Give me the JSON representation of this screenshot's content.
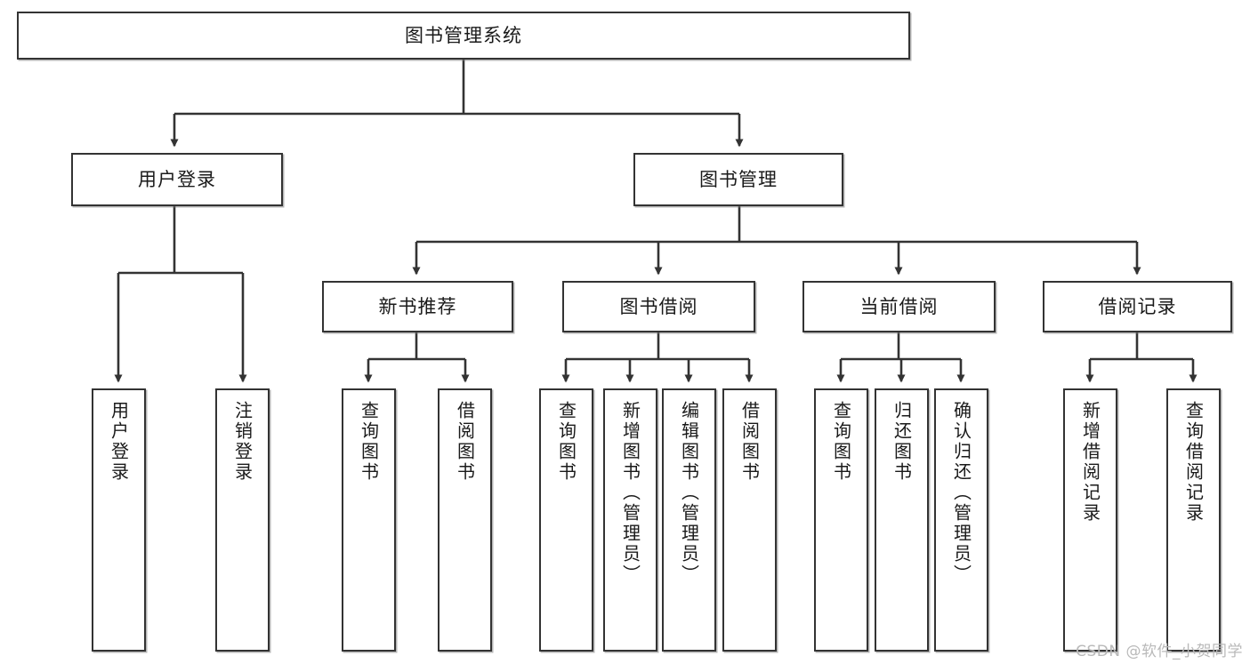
{
  "diagram": {
    "type": "tree-hierarchy",
    "title": "图书管理系统",
    "watermark": "CSDN @软件_小贺同学",
    "colors": {
      "box_border": "#333333",
      "box_fill": "#ffffff",
      "connector": "#333333",
      "text": "#1a1a1a",
      "watermark": "#b9b9b9"
    },
    "levels": [
      {
        "level": 1,
        "nodes": [
          {
            "id": "root",
            "label": "图书管理系统",
            "orientation": "horizontal"
          }
        ]
      },
      {
        "level": 2,
        "nodes": [
          {
            "id": "user-login",
            "label": "用户登录",
            "orientation": "horizontal",
            "parent": "root"
          },
          {
            "id": "book-manage",
            "label": "图书管理",
            "orientation": "horizontal",
            "parent": "root"
          }
        ]
      },
      {
        "level": 3,
        "nodes": [
          {
            "id": "new-book-rec",
            "label": "新书推荐",
            "orientation": "horizontal",
            "parent": "book-manage"
          },
          {
            "id": "book-borrow",
            "label": "图书借阅",
            "orientation": "horizontal",
            "parent": "book-manage"
          },
          {
            "id": "current-borrow",
            "label": "当前借阅",
            "orientation": "horizontal",
            "parent": "book-manage"
          },
          {
            "id": "borrow-record",
            "label": "借阅记录",
            "orientation": "horizontal",
            "parent": "book-manage"
          }
        ]
      },
      {
        "level": 4,
        "nodes": [
          {
            "id": "leaf-user-login",
            "label": "用户登录",
            "orientation": "vertical",
            "parent": "user-login"
          },
          {
            "id": "leaf-logout",
            "label": "注销登录",
            "orientation": "vertical",
            "parent": "user-login"
          },
          {
            "id": "leaf-query-book-1",
            "label": "查询图书",
            "orientation": "vertical",
            "parent": "new-book-rec"
          },
          {
            "id": "leaf-borrow-book-1",
            "label": "借阅图书",
            "orientation": "vertical",
            "parent": "new-book-rec"
          },
          {
            "id": "leaf-query-book-2",
            "label": "查询图书",
            "orientation": "vertical",
            "parent": "book-borrow"
          },
          {
            "id": "leaf-add-book",
            "label": "新增图书（管理员）",
            "orientation": "vertical",
            "parent": "book-borrow"
          },
          {
            "id": "leaf-edit-book",
            "label": "编辑图书（管理员）",
            "orientation": "vertical",
            "parent": "book-borrow"
          },
          {
            "id": "leaf-borrow-book-2",
            "label": "借阅图书",
            "orientation": "vertical",
            "parent": "book-borrow"
          },
          {
            "id": "leaf-query-book-3",
            "label": "查询图书",
            "orientation": "vertical",
            "parent": "current-borrow"
          },
          {
            "id": "leaf-return-book",
            "label": "归还图书",
            "orientation": "vertical",
            "parent": "current-borrow"
          },
          {
            "id": "leaf-confirm-return",
            "label": "确认归还（管理员）",
            "orientation": "vertical",
            "parent": "current-borrow"
          },
          {
            "id": "leaf-add-record",
            "label": "新增借阅记录",
            "orientation": "vertical",
            "parent": "borrow-record"
          },
          {
            "id": "leaf-query-record",
            "label": "查询借阅记录",
            "orientation": "vertical",
            "parent": "borrow-record"
          }
        ]
      }
    ]
  }
}
